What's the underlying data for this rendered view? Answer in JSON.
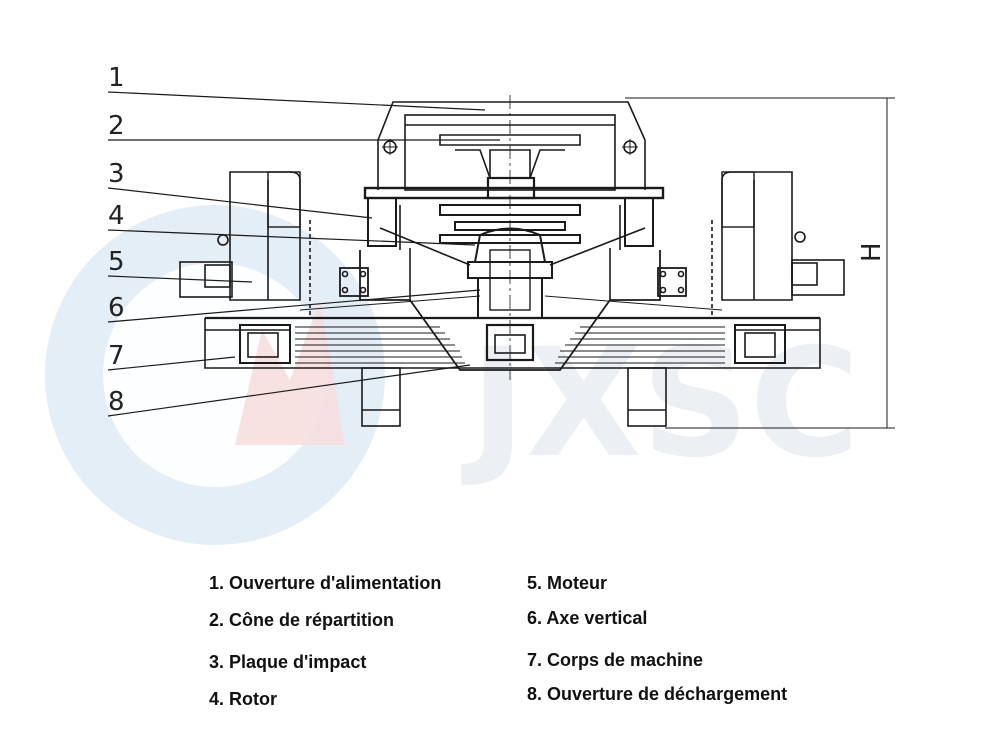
{
  "drawing": {
    "callouts": [
      "1",
      "2",
      "3",
      "4",
      "5",
      "6",
      "7",
      "8"
    ],
    "dimension_label": "H"
  },
  "watermark": {
    "text": "JXSC",
    "colors": {
      "circle": "#dbe8f4",
      "flame": "#f6dede",
      "text": "#e8edf2"
    }
  },
  "legend": {
    "items": [
      "1. Ouverture d'alimentation",
      "2. Cône de répartition",
      "3. Plaque d'impact",
      "4. Rotor",
      "5. Moteur",
      "6. Axe vertical",
      "7. Corps de machine",
      "8. Ouverture de déchargement"
    ]
  },
  "colors": {
    "line": "#1a1a1a",
    "background": "#ffffff"
  }
}
